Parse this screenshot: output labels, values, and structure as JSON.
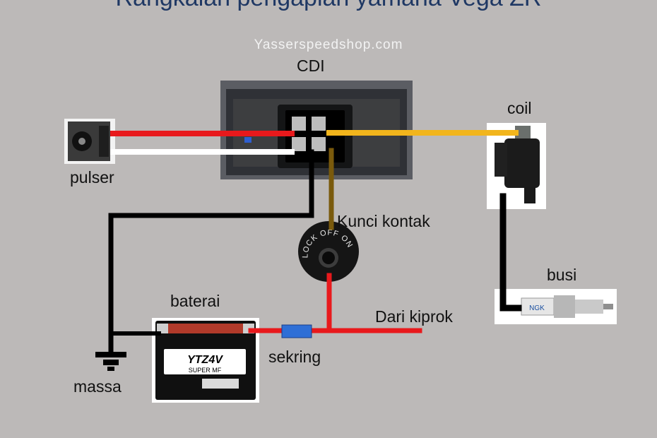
{
  "title": "Rangkaian pengapian yamaha Vega ZR",
  "watermark": "Yasserspeedshop.com",
  "labels": {
    "cdi": "CDI",
    "coil": "coil",
    "pulser": "pulser",
    "kunci_kontak": "Kunci kontak",
    "busi": "busi",
    "baterai": "baterai",
    "dari_kiprok": "Dari kiprok",
    "sekring": "sekring",
    "massa": "massa"
  },
  "battery": {
    "model": "YTZ4V",
    "brand_line": "SUPER MF"
  },
  "ignition_switch_text": "LOCK OFF ON",
  "spark_plug_brand": "NGK",
  "colors": {
    "background": "#bcb9b8",
    "title": "#1f3864",
    "wire_red": "#e8191c",
    "wire_white": "#ffffff",
    "wire_yellow": "#f2b51c",
    "wire_brown": "#7a5a0c",
    "wire_black": "#000000",
    "fuse": "#2f6fd6"
  }
}
